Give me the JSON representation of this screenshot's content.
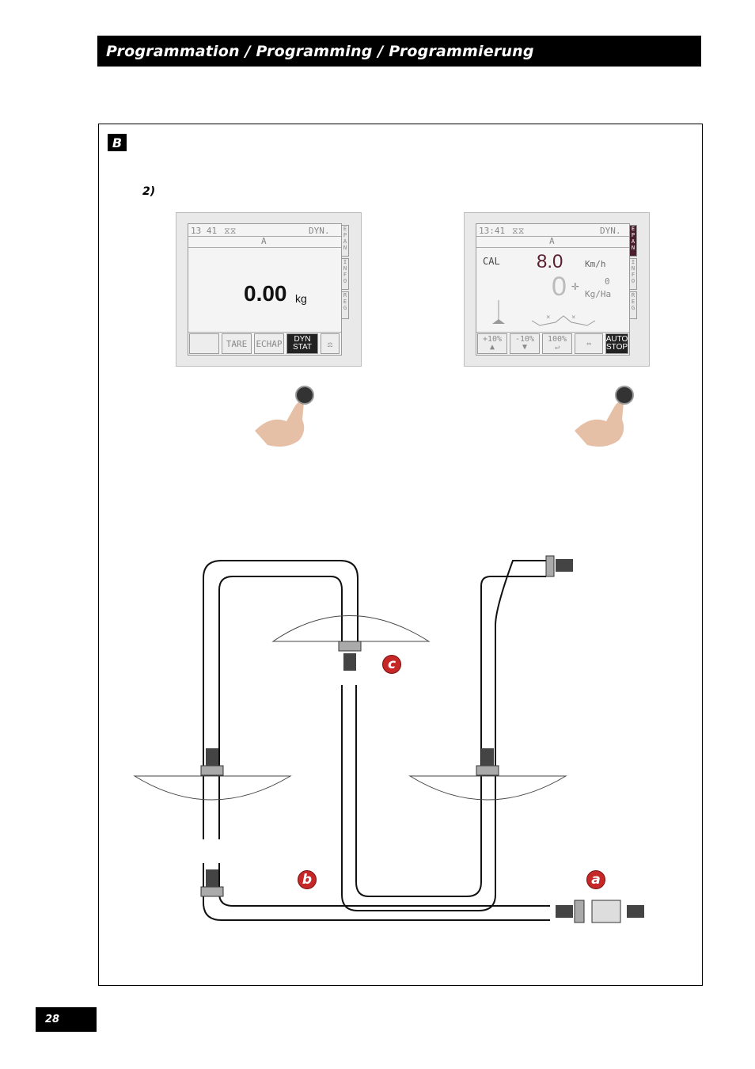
{
  "header": {
    "title": "Programmation   /   Programming   /   Programmierung"
  },
  "section": {
    "badge": "B",
    "step": "2)"
  },
  "screen_left": {
    "time": "13 41",
    "mode_top": "DYN.",
    "line_a": "A",
    "weight_value": "0.00",
    "weight_unit": "kg",
    "side_tabs": [
      "EPAN",
      "INFO",
      "REG"
    ],
    "softkeys": [
      "",
      "TARE",
      "ECHAP"
    ],
    "dyn_key": [
      "DYN",
      "STAT"
    ]
  },
  "screen_right": {
    "time": "13:41",
    "mode_top": "DYN.",
    "line_a": "A",
    "cal_label": "CAL",
    "speed_value": "8.0",
    "speed_unit": "Km/h",
    "rate_big": "0",
    "rate_small": "0",
    "rate_unit": "Kg/Ha",
    "side_tabs": [
      "EPAN",
      "INFO",
      "REG"
    ],
    "softkeys": [
      "+10%",
      "-10%",
      "100%"
    ],
    "auto_key": [
      "AUTO",
      "STOP"
    ]
  },
  "diagram": {
    "markers": [
      "a",
      "b",
      "c"
    ]
  },
  "page": {
    "number": "28"
  }
}
